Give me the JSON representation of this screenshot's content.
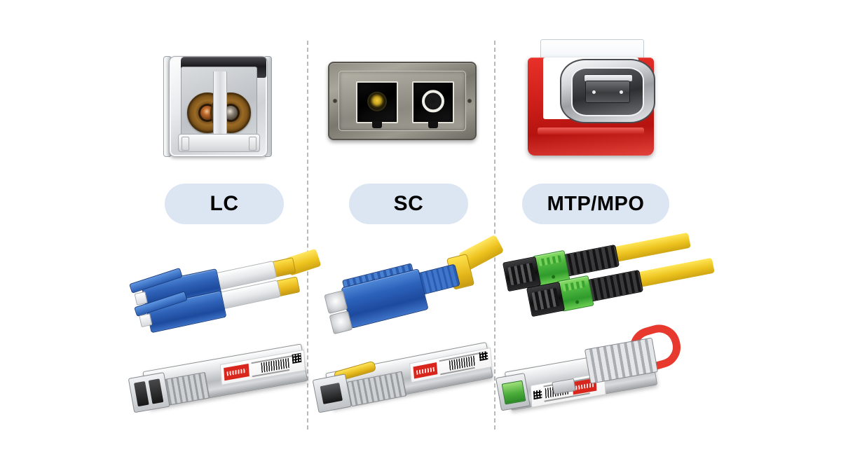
{
  "page": {
    "background_color": "#ffffff",
    "divider_style": "dashed-vertical",
    "divider_color": "#b9b9b9"
  },
  "badge_style": {
    "background": "#dce6f3",
    "text_color": "#000000"
  },
  "columns": [
    {
      "id": "lc",
      "label": "LC",
      "port_name": "lc-duplex-port",
      "port_description": "LC duplex transceiver port, white/grey housing with black top bar and two bronze circular openings",
      "cable_name": "lc-duplex-patch-cord",
      "cable_description": "Blue LC duplex connector with white boots and yellow fiber cable",
      "transceiver_name": "sfp-transceiver-lc",
      "transceiver_description": "Silver SFP transceiver module with LC duplex opening, white label with red logo and barcode",
      "colors": {
        "connector_body": "#2f62b8",
        "cable_jacket": "#eec41f",
        "port_ring": "#9a6a26"
      }
    },
    {
      "id": "sc",
      "label": "SC",
      "port_name": "sc-duplex-port",
      "port_description": "SC duplex metal adapter plate with two square dark openings",
      "cable_name": "sc-patch-cord",
      "cable_description": "Blue SC connector with white ferrules and yellow fiber cable",
      "transceiver_name": "sfp-transceiver-sc",
      "transceiver_description": "Silver SFP BiDi transceiver module with yellow bail latch and single SC opening",
      "colors": {
        "connector_body": "#2d62bb",
        "cable_jacket": "#edc21e",
        "port_plate": "#8b8980"
      }
    },
    {
      "id": "mtp-mpo",
      "label": "MTP/MPO",
      "port_name": "mtp-mpo-port",
      "port_description": "MTP/MPO adapter with red bracket, grey cage and dark rectangular ferrule",
      "cable_name": "mtp-mpo-patch-cord",
      "cable_description": "Two green MPO connectors with black dust caps, black boots and yellow fiber cables",
      "transceiver_name": "qsfp-transceiver-mpo",
      "transceiver_description": "Silver QSFP transceiver module with red pull tab, heatsink and green MPO opening",
      "colors": {
        "connector_body": "#4fb840",
        "cable_jacket": "#ecc31e",
        "bracket": "#cf1f1a",
        "pull_tab": "#e8392e"
      }
    }
  ]
}
